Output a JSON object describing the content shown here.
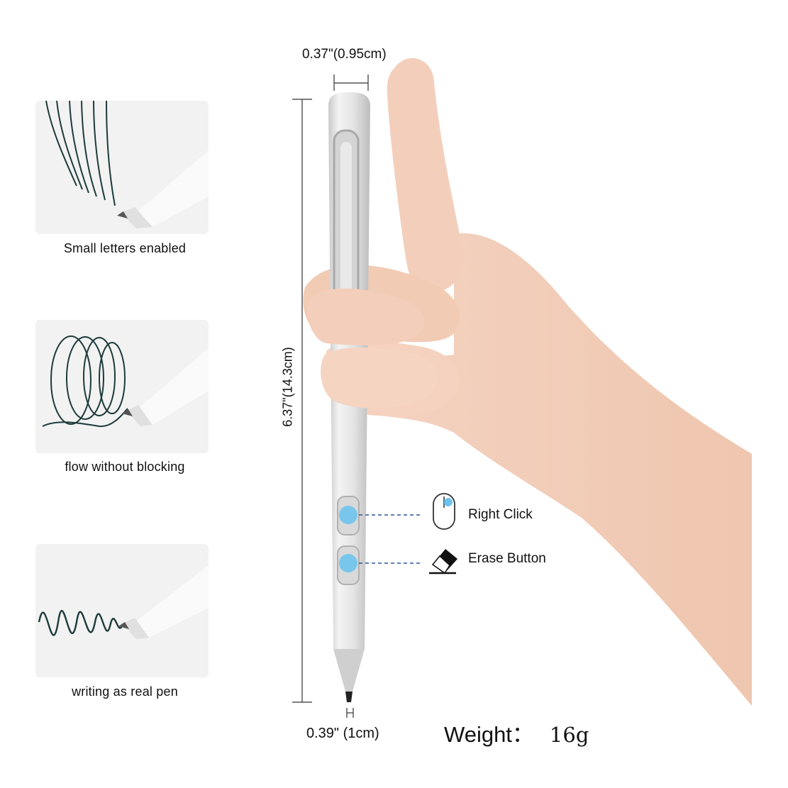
{
  "features": [
    {
      "caption": "Small letters enabled",
      "icon": "fine-lines-sketch"
    },
    {
      "caption": "flow without blocking",
      "icon": "loop-scribble-sketch"
    },
    {
      "caption": "writing as real pen",
      "icon": "zigzag-scribble-sketch"
    }
  ],
  "dimensions": {
    "top_width": "0.37\"(0.95cm)",
    "length": "6.37\"(14.3cm)",
    "tip_width": "0.39\" (1cm)"
  },
  "buttons": {
    "right_click_label": "Right Click",
    "erase_label": "Erase Button",
    "right_click_icon": "mouse-icon",
    "erase_icon": "eraser-icon"
  },
  "weight": {
    "label": "Weight：",
    "value": "16g"
  },
  "colors": {
    "panel_bg": "#f2f2f2",
    "pen_body": "#e6e6e6",
    "button_highlight": "#6ec3ee",
    "ink": "#1e3a3a",
    "skin": "#f1ccb7"
  }
}
